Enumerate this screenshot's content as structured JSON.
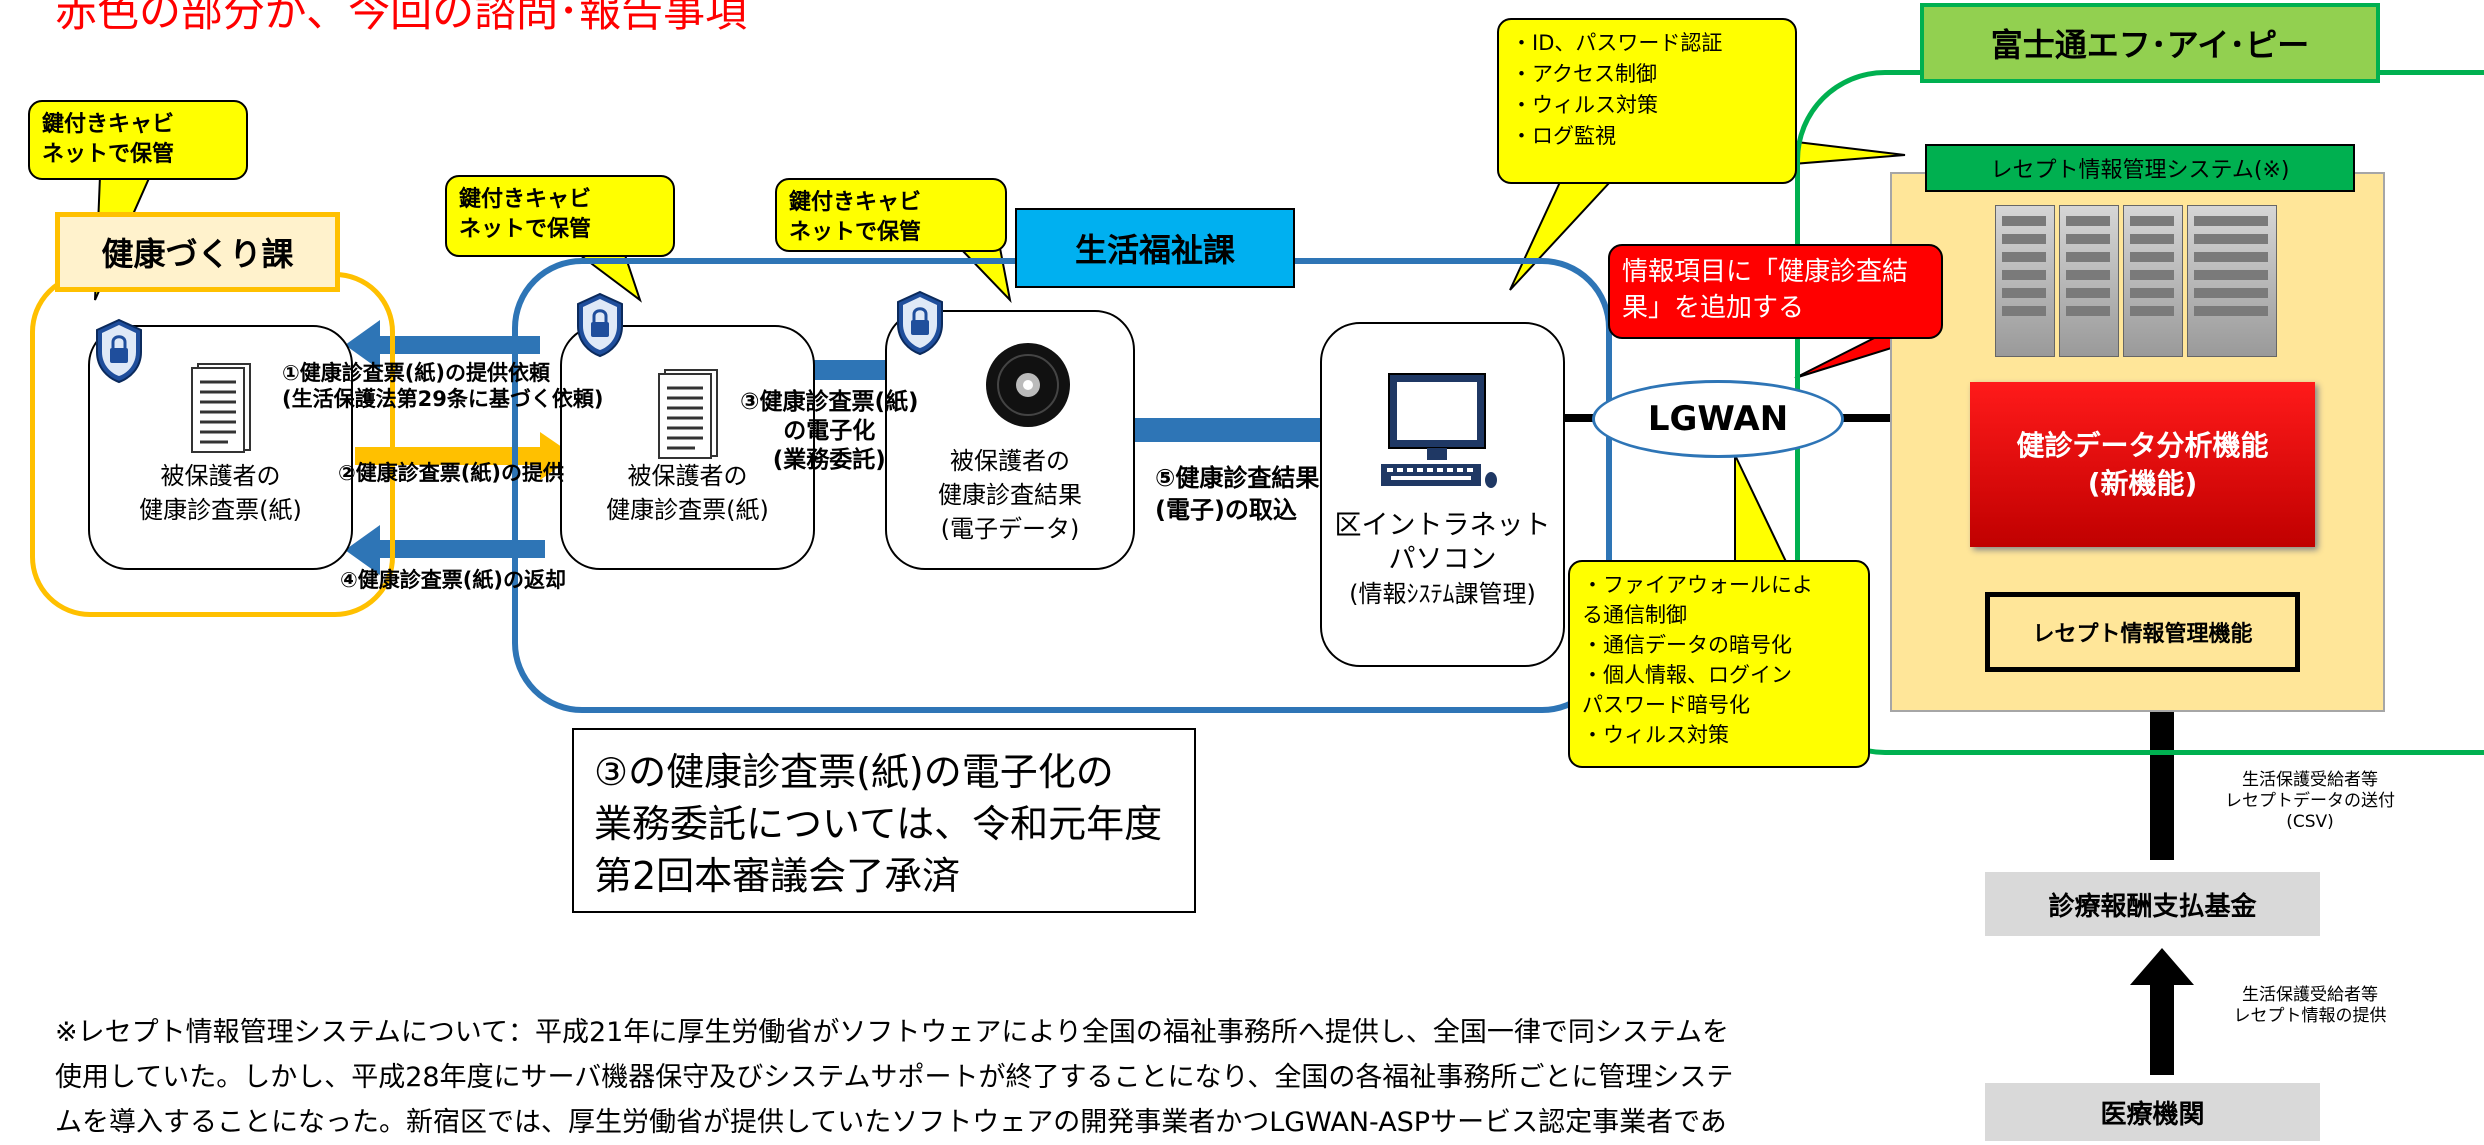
{
  "title": "赤色の部分が、今回の諮問･報告事項",
  "groups": {
    "kenkou": "健康づくり課",
    "seikatsu": "生活福祉課",
    "fujitsu": "富士通エフ･アイ･ピー",
    "receipt_system": "レセプト情報管理システム(※)"
  },
  "callouts": {
    "cabinet1_line1": "鍵付きキャビ",
    "cabinet1_line2": "ネットで保管",
    "cabinet2_line1": "鍵付きキャビ",
    "cabinet2_line2": "ネットで保管",
    "cabinet3_line1": "鍵付きキャビ",
    "cabinet3_line2": "ネットで保管",
    "security_top": [
      "・ID、パスワード認証",
      "・アクセス制御",
      "・ウィルス対策",
      "・ログ監視"
    ],
    "security_lgwan": [
      "・ファイアウォールによ",
      "る通信制御",
      "・通信データの暗号化",
      "・個人情報、ログイン",
      "パスワード暗号化",
      "・ウィルス対策"
    ],
    "red_line1": "情報項目に「健康診査結",
    "red_line2": "果」を追加する"
  },
  "boxes": {
    "doc1_line1": "被保護者の",
    "doc1_line2": "健康診査票(紙)",
    "doc2_line1": "被保護者の",
    "doc2_line2": "健康診査票(紙)",
    "data_line1": "被保護者の",
    "data_line2": "健康診査結果",
    "data_line3": "(電子データ)",
    "pc_line1": "区イントラネット",
    "pc_line2": "パソコン",
    "pc_line3": "(情報ｼｽﾃﾑ課管理)"
  },
  "steps": {
    "s1_line1": "①健康診査票(紙)の提供依頼",
    "s1_line2": "(生活保護法第29条に基づく依頼)",
    "s2": "②健康診査票(紙)の提供",
    "s3_line1": "③健康診査票(紙)",
    "s3_line2": "の電子化",
    "s3_line3": "(業務委託)",
    "s4": "④健康診査票(紙)の返却",
    "s5_line1": "⑤健康診査結果",
    "s5_line2": "(電子)の取込"
  },
  "lgwan": "LGWAN",
  "functions": {
    "new_line1": "健診データ分析機能",
    "new_line2": "(新機能)",
    "receipt": "レセプト情報管理機能"
  },
  "note": [
    "③の健康診査票(紙)の電子化の",
    "業務委託については、令和元年度",
    "第2回本審議会了承済"
  ],
  "fund": "診療報酬支払基金",
  "medical": "医療機関",
  "flow_notes": {
    "upper": [
      "生活保護受給者等",
      "レセプトデータの送付",
      "(CSV)"
    ],
    "lower": [
      "生活保護受給者等",
      "レセプト情報の提供"
    ]
  },
  "footnote": [
    "※レセプト情報管理システムについて：平成21年に厚生労働省がソフトウェアにより全国の福祉事務所へ提供し、全国一律で同システムを",
    "使用していた。しかし、平成28年度にサーバ機器保守及びシステムサポートが終了することになり、全国の各福祉事務所ごとに管理システ",
    "ムを導入することになった。新宿区では、厚生労働省が提供していたソフトウェアの開発事業者かつLGWAN-ASPサービス認定事業者であ"
  ],
  "colors": {
    "title": "#ff0000",
    "kenkou_border": "#ffc000",
    "seikatsu_border": "#2e75b6",
    "fujitsu_border": "#00b050",
    "callout_fill": "#ffff00",
    "arrow_blue": "#2e75b6",
    "new_function": "#e00000",
    "receipt_system_fill": "#ffe699"
  },
  "icons": [
    "shield-lock-icon",
    "document-icon",
    "cd-disc-icon",
    "computer-icon",
    "server-rack-icon"
  ]
}
